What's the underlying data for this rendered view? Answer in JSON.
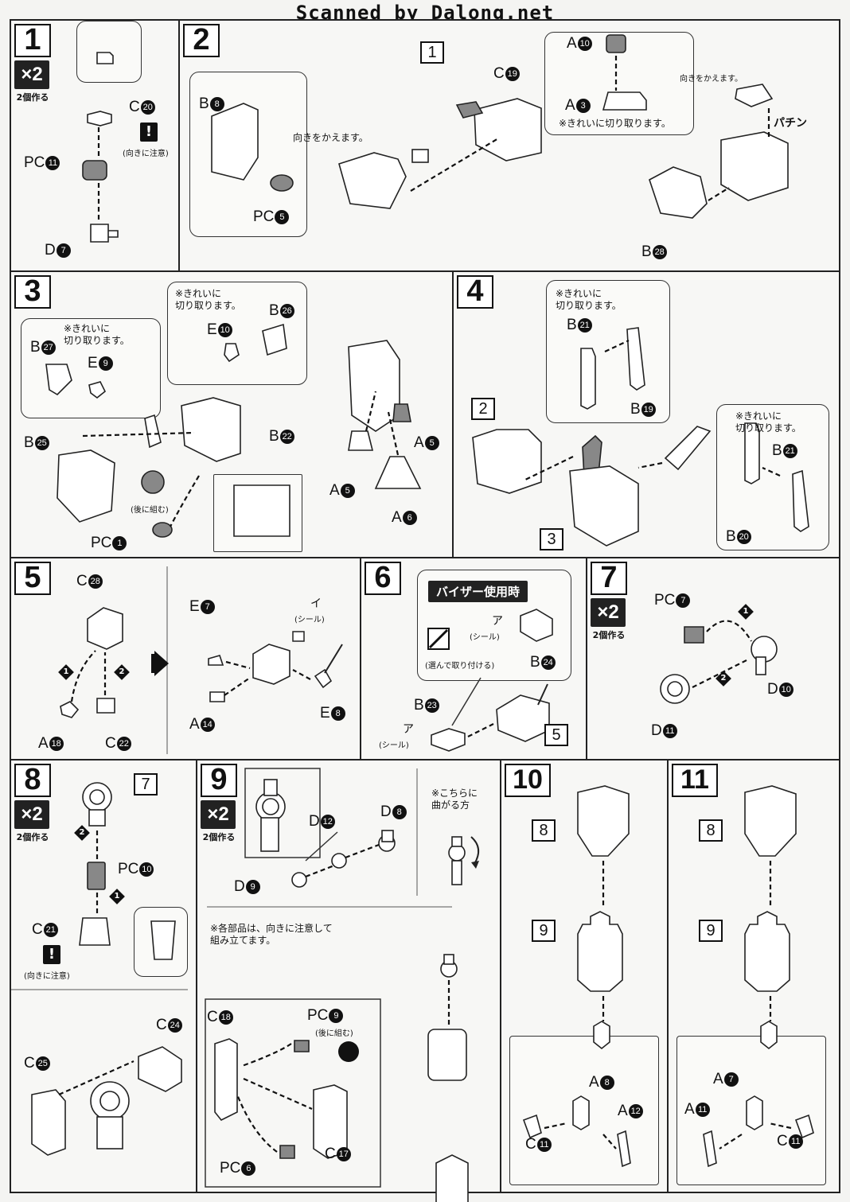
{
  "watermark": "Scanned by Dalong.net",
  "common": {
    "make_two": "2個作る",
    "times_two": "×2",
    "cut_clean": "※きれいに切り取ります。",
    "cut_clean_l1": "※きれいに",
    "cut_clean_l2": "切り取ります。",
    "mind_direction": "(向きに注意)",
    "assemble_later": "(後に組む)",
    "change_direction": "向きをかえます。",
    "sticker": "(シール)",
    "exclamation": "!"
  },
  "steps": [
    {
      "num": "1",
      "labels": [
        "C",
        "PC",
        "D"
      ],
      "nums": [
        "20",
        "11",
        "7"
      ]
    },
    {
      "num": "2",
      "labels": [
        "B",
        "PC",
        "C",
        "A",
        "A",
        "B"
      ],
      "nums": [
        "8",
        "5",
        "19",
        "10",
        "3",
        "28"
      ],
      "ref": "1",
      "snap": "パチン"
    },
    {
      "num": "3",
      "labels": [
        "B",
        "E",
        "E",
        "B",
        "B",
        "B",
        "PC",
        "A",
        "A",
        "A"
      ],
      "nums": [
        "27",
        "9",
        "10",
        "26",
        "25",
        "22",
        "1",
        "5",
        "5",
        "6"
      ]
    },
    {
      "num": "4",
      "labels": [
        "B",
        "B",
        "B",
        "B"
      ],
      "nums": [
        "21",
        "19",
        "21",
        "20"
      ],
      "refs": [
        "2",
        "3"
      ]
    },
    {
      "num": "5",
      "labels": [
        "C",
        "A",
        "C",
        "E",
        "A",
        "E"
      ],
      "nums": [
        "28",
        "18",
        "22",
        "7",
        "14",
        "8"
      ],
      "seal": "イ",
      "order": [
        "1",
        "2"
      ]
    },
    {
      "num": "6",
      "visor": "バイザー使用時",
      "choose": "(選んで取り付ける)",
      "labels": [
        "B",
        "B"
      ],
      "nums": [
        "24",
        "23"
      ],
      "seal": "ア",
      "ref": "5"
    },
    {
      "num": "7",
      "labels": [
        "PC",
        "D",
        "D"
      ],
      "nums": [
        "7",
        "10",
        "11"
      ],
      "order": [
        "1",
        "2"
      ]
    },
    {
      "num": "8",
      "labels": [
        "PC",
        "C",
        "C",
        "C"
      ],
      "nums": [
        "10",
        "21",
        "24",
        "25"
      ],
      "ref": "7",
      "order": [
        "2",
        "1"
      ]
    },
    {
      "num": "9",
      "labels": [
        "D",
        "D",
        "D",
        "C",
        "PC",
        "C",
        "PC"
      ],
      "nums": [
        "12",
        "8",
        "9",
        "18",
        "9",
        "17",
        "6"
      ],
      "bend_l1": "※こちらに",
      "bend_l2": "曲がる方",
      "note_l1": "※各部品は、向きに注意して",
      "note_l2": "組み立てます。"
    },
    {
      "num": "10",
      "refs": [
        "8",
        "9"
      ],
      "labels": [
        "A",
        "A",
        "C"
      ],
      "nums": [
        "8",
        "12",
        "11"
      ]
    },
    {
      "num": "11",
      "refs": [
        "8",
        "9"
      ],
      "labels": [
        "A",
        "A",
        "C"
      ],
      "nums": [
        "7",
        "11",
        "11"
      ]
    }
  ]
}
